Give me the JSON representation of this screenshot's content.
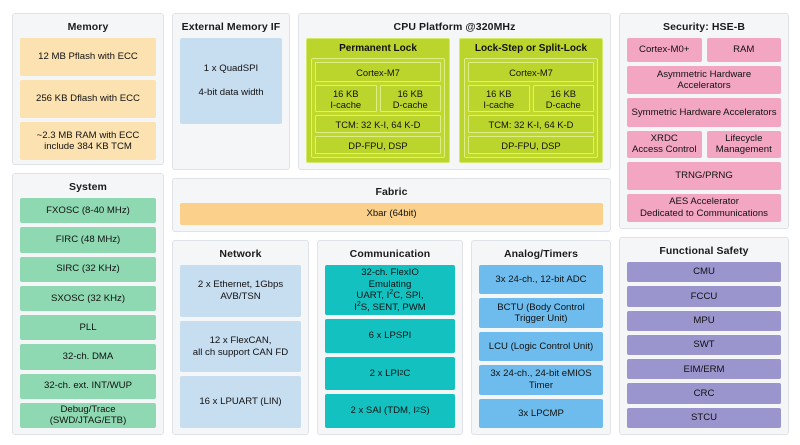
{
  "memory": {
    "title": "Memory",
    "items": [
      "12 MB Pflash with ECC",
      "256 KB Dflash with ECC",
      "~2.3 MB RAM with ECC\ninclude 384 KB TCM"
    ],
    "color": "#fce2b0"
  },
  "system": {
    "title": "System",
    "items": [
      "FXOSC (8-40 MHz)",
      "FIRC (48 MHz)",
      "SIRC (32 KHz)",
      "SXOSC (32 KHz)",
      "PLL",
      "32-ch. DMA",
      "32-ch. ext. INT/WUP",
      "Debug/Trace (SWD/JTAG/ETB)"
    ],
    "color": "#8ed9b2"
  },
  "external_memory_if": {
    "title": "External Memory IF",
    "line1": "1 x QuadSPI",
    "line2": "4-bit data width",
    "color": "#c7ddf0"
  },
  "cpu_platform": {
    "title": "CPU Platform @320MHz",
    "color": "#bcd52d",
    "cores": [
      {
        "title": "Permanent Lock",
        "core": "Cortex-M7",
        "icache": "16 KB\nI-cache",
        "dcache": "16 KB\nD-cache",
        "tcm": "TCM: 32 K-I, 64 K-D",
        "fpu": "DP-FPU, DSP"
      },
      {
        "title": "Lock-Step or Split-Lock",
        "core": "Cortex-M7",
        "icache": "16 KB\nI-cache",
        "dcache": "16 KB\nD-cache",
        "tcm": "TCM: 32 K-I, 64 K-D",
        "fpu": "DP-FPU, DSP"
      }
    ]
  },
  "fabric": {
    "title": "Fabric",
    "item": "Xbar (64bit)",
    "color": "#fbd08a"
  },
  "network": {
    "title": "Network",
    "items": [
      "2 x Ethernet, 1Gbps\nAVB/TSN",
      "12 x FlexCAN,\nall ch support CAN FD",
      "16 x LPUART (LIN)"
    ],
    "color": "#c7ddf0"
  },
  "communication": {
    "title": "Communication",
    "flexio": {
      "l1": "32-ch. FlexIO",
      "l2": "Emulating",
      "l3_pre": "UART, I",
      "l3_sup": "2",
      "l3_post": "C, SPI,",
      "l4_pre": "I",
      "l4_sup": "2",
      "l4_post": "S, SENT, PWM"
    },
    "lpspi": "6 x LPSPI",
    "lpi2c_pre": "2 x LPI",
    "lpi2c_sup": "2",
    "lpi2c_post": "C",
    "sai_pre": "2 x SAI (TDM, I",
    "sai_sup": "2",
    "sai_post": "S)",
    "color": "#14c1c1"
  },
  "analog_timers": {
    "title": "Analog/Timers",
    "items": [
      "3x 24-ch., 12-bit ADC",
      "BCTU (Body Control Trigger Unit)",
      "LCU (Logic Control Unit)",
      "3x 24-ch., 24-bit eMIOS Timer",
      "3x LPCMP"
    ],
    "color": "#6ebced"
  },
  "security": {
    "title": "Security: HSE-B",
    "cortex": "Cortex-M0+",
    "ram": "RAM",
    "asym": "Asymmetric Hardware Accelerators",
    "sym": "Symmetric Hardware Accelerators",
    "xrdc": "XRDC\nAccess Control",
    "lifecycle": "Lifecycle\nManagement",
    "trng": "TRNG/PRNG",
    "aes": "AES Accelerator\nDedicated to Communications",
    "color": "#f3a6c1"
  },
  "functional_safety": {
    "title": "Functional Safety",
    "items": [
      "CMU",
      "FCCU",
      "MPU",
      "SWT",
      "EIM/ERM",
      "CRC",
      "STCU"
    ],
    "color": "#9a95cd"
  }
}
